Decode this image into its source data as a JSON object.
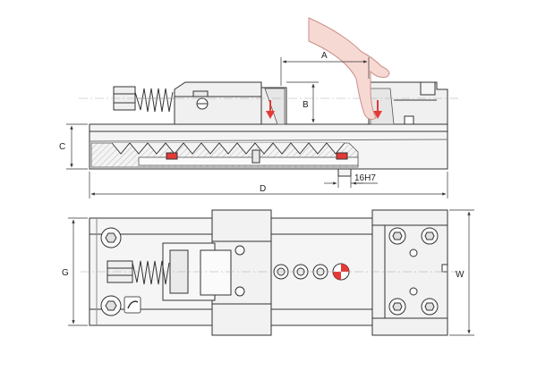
{
  "dimensions": {
    "a": "A",
    "b": "B",
    "c": "C",
    "d": "D",
    "g": "G",
    "w": "W",
    "slot": "16H7"
  },
  "colors": {
    "outline": "#333333",
    "fill_light": "#f2f2f2",
    "fill_mid": "#e4e4e4",
    "hatch": "#888888",
    "accent_red": "#e53935",
    "skin": "#f7d9d4",
    "skin_stroke": "#c98f86"
  },
  "icons": [
    "hand-icon",
    "down-arrow-icon",
    "hex-bolt-icon",
    "spring-icon",
    "centering-target-icon"
  ]
}
